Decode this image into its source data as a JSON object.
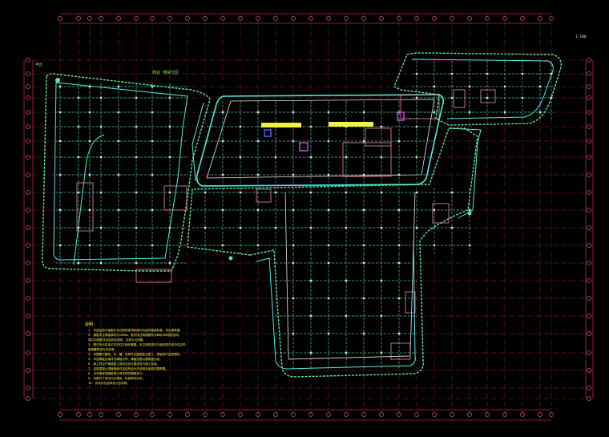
{
  "drawing": {
    "background": "#000000",
    "colors": {
      "axis_red": "#c8223c",
      "dim_magenta": "#e060c8",
      "wall_cyan": "#4ef0e0",
      "wall_teal": "#1fc7a8",
      "boundary_green": "#5fe89a",
      "column_white": "#e8e8e8",
      "room_pink": "#f08aa8",
      "text_yellow": "#f2f23a",
      "text_green": "#8cff66",
      "mark_blue": "#5060ff",
      "mark_magenta": "#d040e0"
    },
    "legend_label": "1:100",
    "area_label": "商业 地块分区",
    "section_label": "平台",
    "notes_title": "说明：",
    "notes": [
      "1. 本层结构平面图中未注明的梁顶标高均为结构楼面标高，详见建筑图。",
      "2. 楼板未注明板厚均为120mm，板内未注明钢筋均为Φ8@200双层双向。",
      "   洞口加强筋详见结构总说明，并参见大样图。",
      "3. 图中所示柱定位详见柱平面布置图，未注明的梁均与轴线居中或与柱边齐。",
      "   梁侧腰筋详见总说明。",
      "4. 本图需与建筑、水、暖、电等专业图纸配合施工，预留洞口及预埋件。",
      "5. 本层降板区域详见降板大样，降板范围以建筑图为准。",
      "6. 施工时应严格按施工规范及设计要求进行施工验收。",
      "7. 结构混凝土强度等级详见结构设计总说明及各构件配筋图。",
      "8. 未尽事宜按国家现行有关规范规程执行。",
      "9. 本图尺寸单位均为毫米，标高单位为米。",
      "10. 其余详见结构设计总说明。"
    ]
  }
}
